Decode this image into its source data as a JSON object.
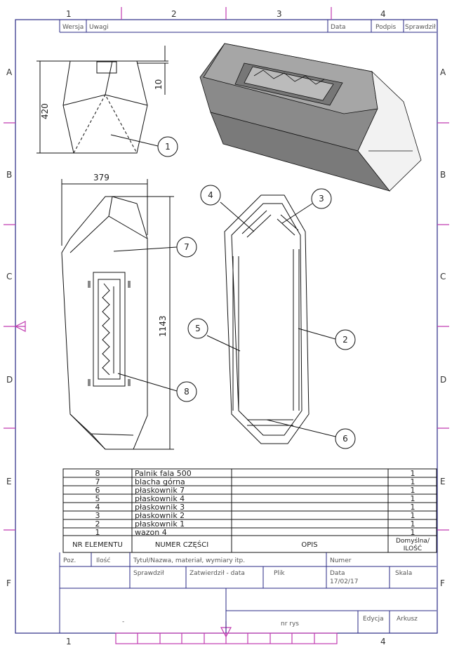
{
  "zones": {
    "columns_top": [
      "1",
      "2",
      "3",
      "4"
    ],
    "columns_bottom": [
      "1",
      "4"
    ],
    "rows": [
      "A",
      "B",
      "C",
      "D",
      "E",
      "F"
    ]
  },
  "revision_header": {
    "version": "Wersja",
    "notes": "Uwagi",
    "date": "Data",
    "signature": "Podpis",
    "checked": "Sprawdził"
  },
  "dimensions": {
    "height": "420",
    "offset": "10",
    "width": "379",
    "length": "1143"
  },
  "callouts": [
    "1",
    "2",
    "3",
    "4",
    "5",
    "6",
    "7",
    "8"
  ],
  "bom": {
    "headers": {
      "item": "NR ELEMENTU",
      "part": "NUMER CZĘŚCI",
      "desc": "OPIS",
      "qty_line1": "Domyślna/",
      "qty_line2": "ILOŚĆ"
    },
    "rows": [
      {
        "item": "8",
        "part": "Palnik fala 500",
        "desc": "",
        "qty": "1"
      },
      {
        "item": "7",
        "part": "blacha górna",
        "desc": "",
        "qty": "1"
      },
      {
        "item": "6",
        "part": "płaskownik 7",
        "desc": "",
        "qty": "1"
      },
      {
        "item": "5",
        "part": "płaskownik 4",
        "desc": "",
        "qty": "1"
      },
      {
        "item": "4",
        "part": "płaskownik 3",
        "desc": "",
        "qty": "1"
      },
      {
        "item": "3",
        "part": "płaskownik 2",
        "desc": "",
        "qty": "1"
      },
      {
        "item": "2",
        "part": "płaskownik 1",
        "desc": "",
        "qty": "1"
      },
      {
        "item": "1",
        "part": "wazon 4",
        "desc": "",
        "qty": "1"
      }
    ]
  },
  "title_block": {
    "poz": "Poz.",
    "ilosc": "Ilość",
    "title": "Tytuł/Nazwa, materiał, wymiary itp.",
    "number": "Numer",
    "checked": "Sprawdził",
    "approved": "Zatwierdził - data",
    "file": "Plik",
    "date_label": "Data",
    "date_value": "17/02/17",
    "scale": "Skala",
    "dash": "-",
    "drawing_no": "nr rys",
    "edition": "Edycja",
    "sheet": "Arkusz"
  },
  "colors": {
    "frame": "#2a2a86",
    "zone": "#c03ab0",
    "shade": "#8a8a8a"
  }
}
